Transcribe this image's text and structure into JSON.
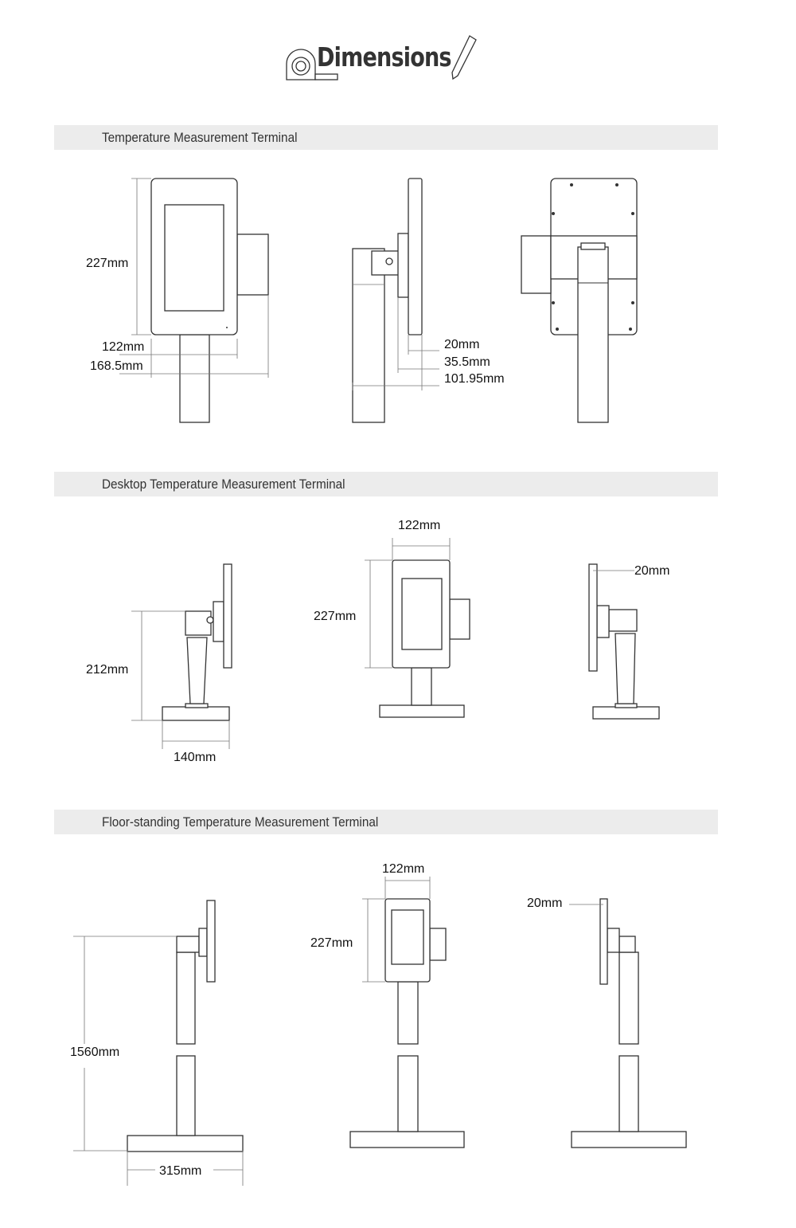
{
  "header": {
    "title": "Dimensions",
    "icons": [
      "tape-measure-icon",
      "pencil-icon"
    ]
  },
  "sections": [
    {
      "title": "Temperature Measurement Terminal",
      "dims": {
        "height": "227mm",
        "width": "122mm",
        "total_width": "168.5mm",
        "thickness": "20mm",
        "bracket_depth": "35.5mm",
        "total_depth": "101.95mm"
      }
    },
    {
      "title": "Desktop Temperature Measurement Terminal",
      "dims": {
        "stand_height": "212mm",
        "base_width": "140mm",
        "width": "122mm",
        "height": "227mm",
        "thickness": "20mm"
      }
    },
    {
      "title": "Floor-standing Temperature Measurement Terminal",
      "dims": {
        "stand_height": "1560mm",
        "base_width": "315mm",
        "width": "122mm",
        "height": "227mm",
        "thickness": "20mm"
      }
    }
  ]
}
